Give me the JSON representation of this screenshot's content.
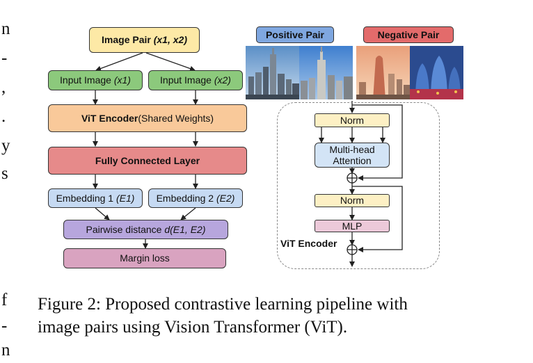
{
  "left_margin_text": [
    "n",
    "-",
    ",",
    ".",
    "y",
    "s",
    "f",
    "-",
    "n"
  ],
  "pipeline": {
    "image_pair": {
      "label": "Image Pair ",
      "vars": "(x1, x2)"
    },
    "input1": {
      "label": "Input Image ",
      "var": "(x1)"
    },
    "input2": {
      "label": "Input Image ",
      "var": "(x2)"
    },
    "vit_encoder": {
      "label": "ViT Encoder",
      "sub": " (Shared Weights)"
    },
    "fc_layer": "Fully Connected Layer",
    "embedding1": {
      "label": "Embedding 1 ",
      "var": "(E1)"
    },
    "embedding2": {
      "label": "Embedding 2 ",
      "var": "(E2)"
    },
    "pairwise": {
      "label": "Pairwise distance ",
      "var": "d(E1, E2)"
    },
    "margin_loss": "Margin loss"
  },
  "pairs": {
    "positive_label": "Positive Pair",
    "negative_label": "Negative Pair"
  },
  "encoder_detail": {
    "norm1": "Norm",
    "attention_line1": "Multi-head",
    "attention_line2": "Attention",
    "norm2": "Norm",
    "mlp": "MLP",
    "label": "ViT Encoder"
  },
  "caption": {
    "line1": "Figure 2: Proposed contrastive learning pipeline with",
    "line2": "image pairs using Vision Transformer (ViT)."
  },
  "colors": {
    "yellow": "#fde9a6",
    "green": "#8cc97c",
    "orange": "#f9c99a",
    "red": "#e68a8a",
    "blue": "#c6daf3",
    "purple": "#b7a6dd",
    "pink": "#d9a3c0",
    "norm_yellow": "#fdf0c4",
    "attention_blue": "#d3e4f6",
    "mlp_pink": "#ecc9d9",
    "positive_tag": "#7fa7e0",
    "negative_tag": "#e36b6b"
  }
}
